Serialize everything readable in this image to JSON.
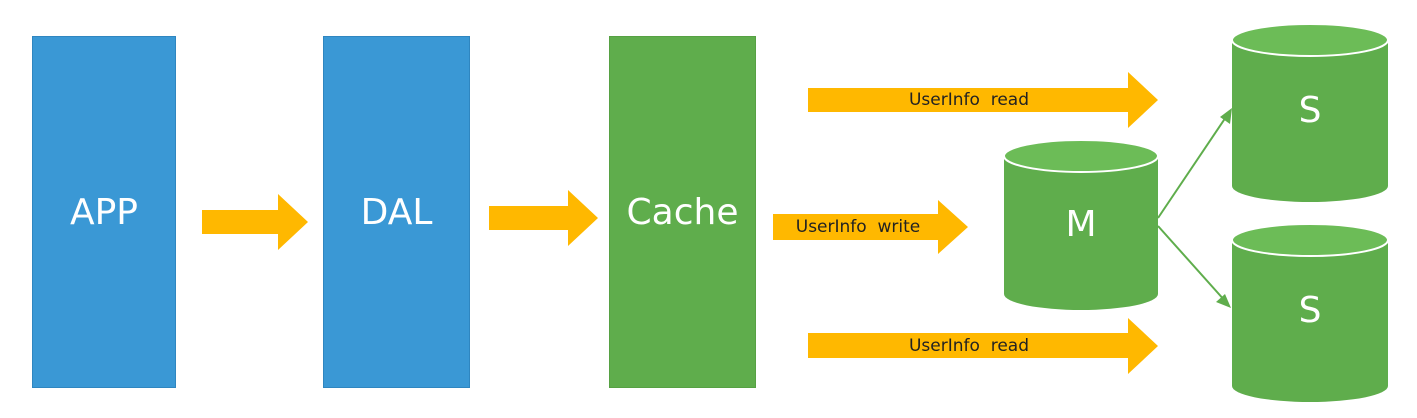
{
  "nodes": {
    "app": {
      "label": "APP"
    },
    "dal": {
      "label": "DAL"
    },
    "cache": {
      "label": "Cache"
    },
    "master": {
      "label": "M"
    },
    "slave_top": {
      "label": "S"
    },
    "slave_bottom": {
      "label": "S"
    }
  },
  "arrows": {
    "read_top": {
      "label": "UserInfo  read"
    },
    "write": {
      "label": "UserInfo  write"
    },
    "read_bottom": {
      "label": "UserInfo  read"
    }
  },
  "colors": {
    "blue": "#3a98d5",
    "green": "#5fad4c",
    "orange": "#ffb800",
    "cylinder_top": "#6cbc57",
    "connector": "#5fad4c"
  }
}
